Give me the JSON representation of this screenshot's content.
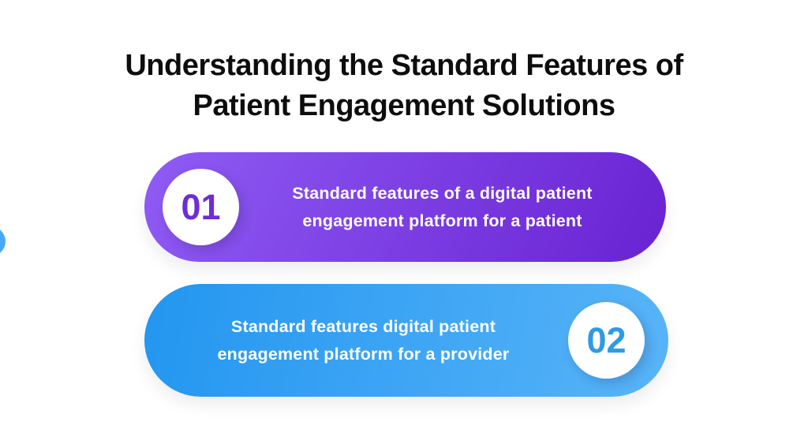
{
  "title": {
    "line1": "Understanding the Standard Features of",
    "line2": "Patient Engagement Solutions",
    "color": "#0d0d0d"
  },
  "cards": [
    {
      "number": "01",
      "line1": "Standard features of a digital patient",
      "line2": "engagement platform for a patient",
      "gradient_start": "#8F5CF4",
      "gradient_end": "#6922D2",
      "gradient_angle": "115deg",
      "number_color": "#6E2DD7",
      "text_color": "#ffffff",
      "number_position": "left"
    },
    {
      "number": "02",
      "line1": "Standard features digital patient",
      "line2": "engagement platform for a provider",
      "gradient_start": "#2396F0",
      "gradient_end": "#58B4F8",
      "gradient_angle": "100deg",
      "number_color": "#2D9BE6",
      "text_color": "#ffffff",
      "number_position": "right"
    }
  ],
  "decor": {
    "edge_dot_color": "#47A9F5"
  }
}
